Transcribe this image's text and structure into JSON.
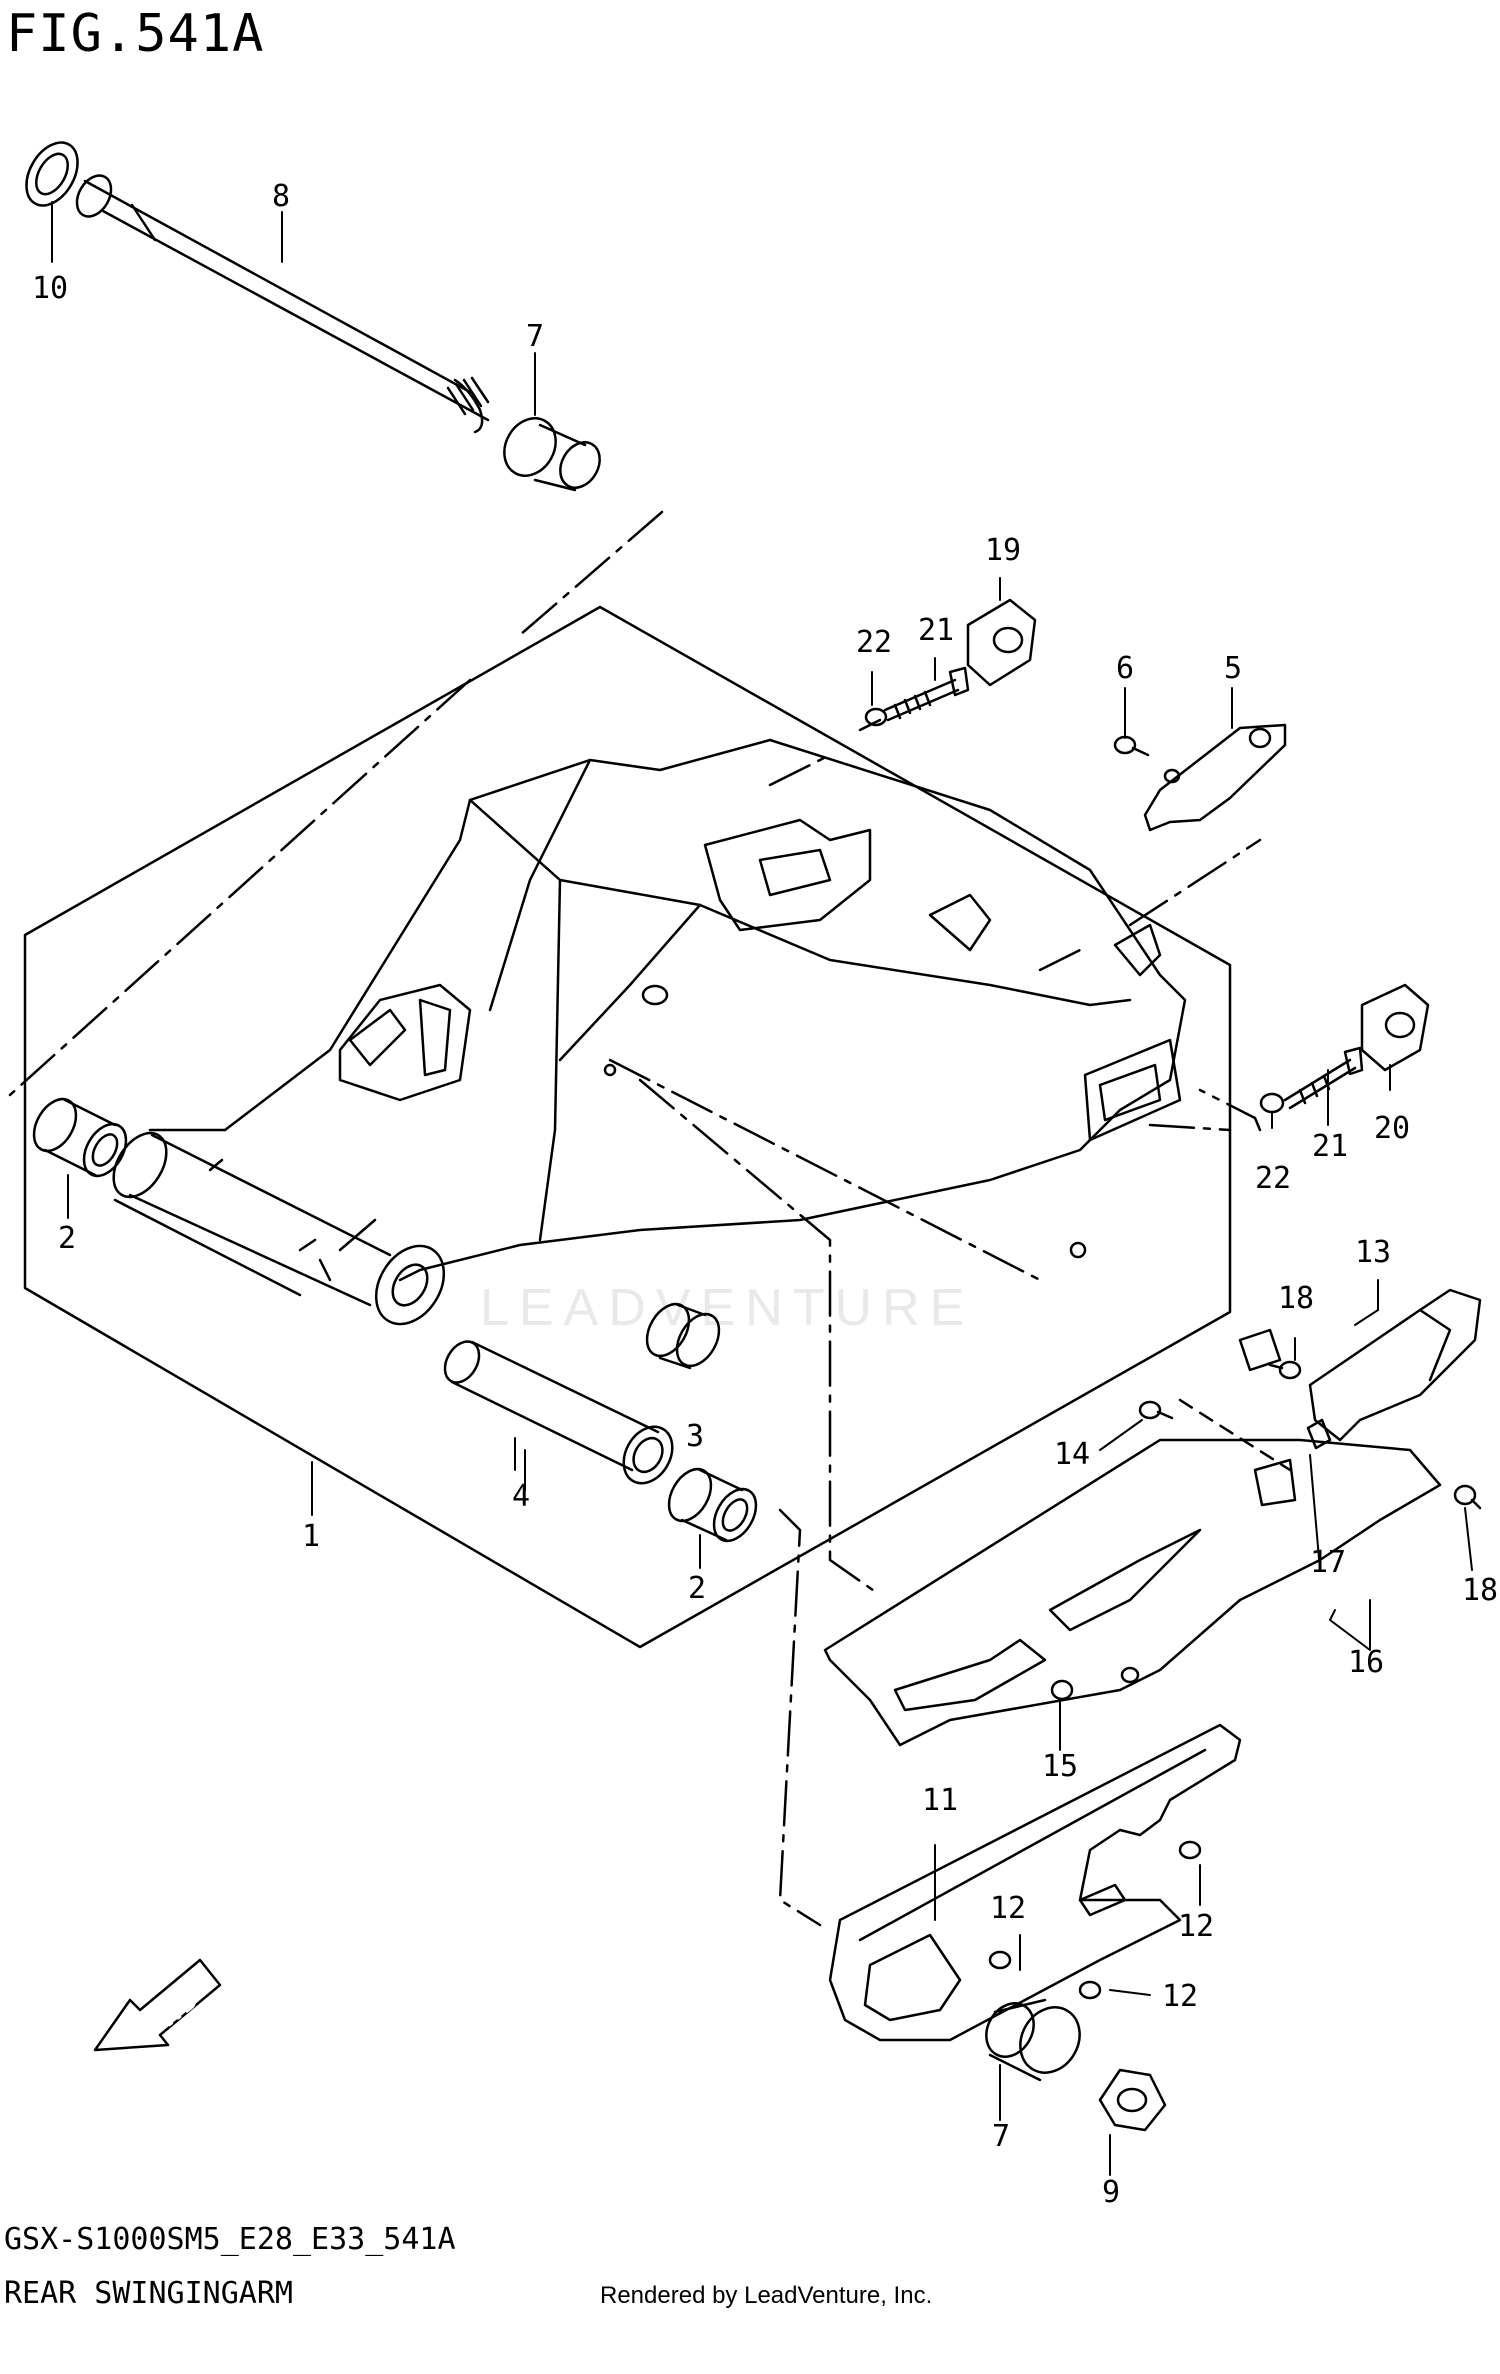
{
  "header": {
    "fig_title": "FIG.541A"
  },
  "footer": {
    "model_code": "GSX-S1000SM5_E28_E33_541A",
    "section_name": "REAR SWINGINGARM",
    "rendered_by": "Rendered by LeadVenture, Inc."
  },
  "watermark": {
    "text": "LEADVENTURE"
  },
  "fwd_label": "FWD",
  "callouts": {
    "c1": "1",
    "c2a": "2",
    "c2b": "2",
    "c3": "3",
    "c4": "4",
    "c5": "5",
    "c6": "6",
    "c7a": "7",
    "c7b": "7",
    "c8": "8",
    "c9": "9",
    "c10": "10",
    "c11": "11",
    "c12a": "12",
    "c12b": "12",
    "c12c": "12",
    "c13": "13",
    "c14": "14",
    "c15": "15",
    "c16": "16",
    "c17": "17",
    "c18a": "18",
    "c18b": "18",
    "c19": "19",
    "c20": "20",
    "c21a": "21",
    "c21b": "21",
    "c22a": "22",
    "c22b": "22"
  }
}
